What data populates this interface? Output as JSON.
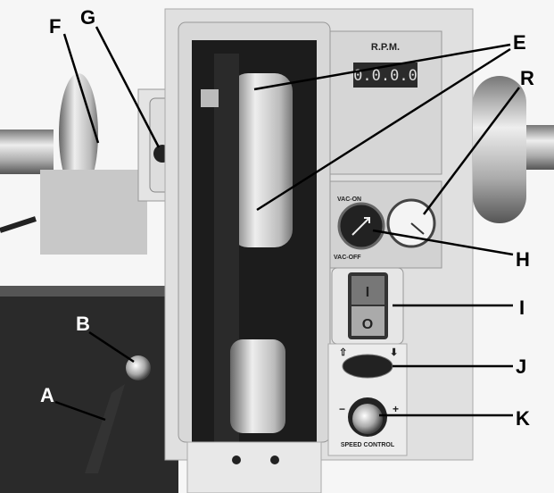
{
  "panel": {
    "rpm_title": "R.P.M.",
    "rpm_display": "0.0.0.0",
    "vac_on_text": "VAC-ON",
    "vac_off_text": "VAC-OFF",
    "switch_on_symbol": "I",
    "switch_off_symbol": "O",
    "speed_control_text": "SPEED CONTROL",
    "minus_symbol": "−",
    "plus_symbol": "+"
  },
  "callouts": [
    {
      "id": "A",
      "label": "A"
    },
    {
      "id": "B",
      "label": "B"
    },
    {
      "id": "E",
      "label": "E"
    },
    {
      "id": "F",
      "label": "F"
    },
    {
      "id": "G",
      "label": "G"
    },
    {
      "id": "H",
      "label": "H"
    },
    {
      "id": "I",
      "label": "I"
    },
    {
      "id": "J",
      "label": "J"
    },
    {
      "id": "K",
      "label": "K"
    },
    {
      "id": "R",
      "label": "R"
    }
  ]
}
